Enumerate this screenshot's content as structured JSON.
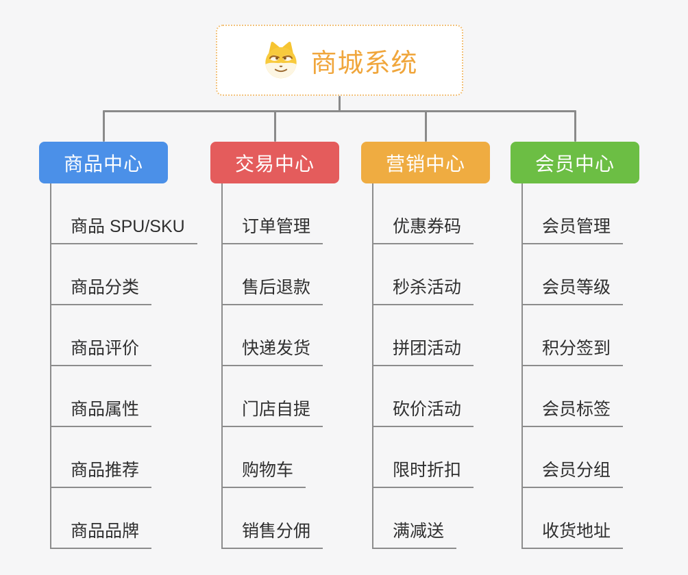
{
  "page": {
    "background": "#f6f6f7",
    "connector_color": "#8a8a8a"
  },
  "root": {
    "title": "商城系统",
    "icon": "doge-dog-face-icon",
    "title_color": "#f0a63c",
    "border_color": "#f2c179",
    "background": "#ffffff"
  },
  "branches": [
    {
      "label": "商品中心",
      "color": "#4b90e8",
      "children": [
        "商品 SPU/SKU",
        "商品分类",
        "商品评价",
        "商品属性",
        "商品推荐",
        "商品品牌"
      ]
    },
    {
      "label": "交易中心",
      "color": "#e45c5c",
      "children": [
        "订单管理",
        "售后退款",
        "快递发货",
        "门店自提",
        "购物车",
        "销售分佣"
      ]
    },
    {
      "label": "营销中心",
      "color": "#efac41",
      "children": [
        "优惠券码",
        "秒杀活动",
        "拼团活动",
        "砍价活动",
        "限时折扣",
        "满减送"
      ]
    },
    {
      "label": "会员中心",
      "color": "#6cbe44",
      "children": [
        "会员管理",
        "会员等级",
        "积分签到",
        "会员标签",
        "会员分组",
        "收货地址"
      ]
    }
  ]
}
